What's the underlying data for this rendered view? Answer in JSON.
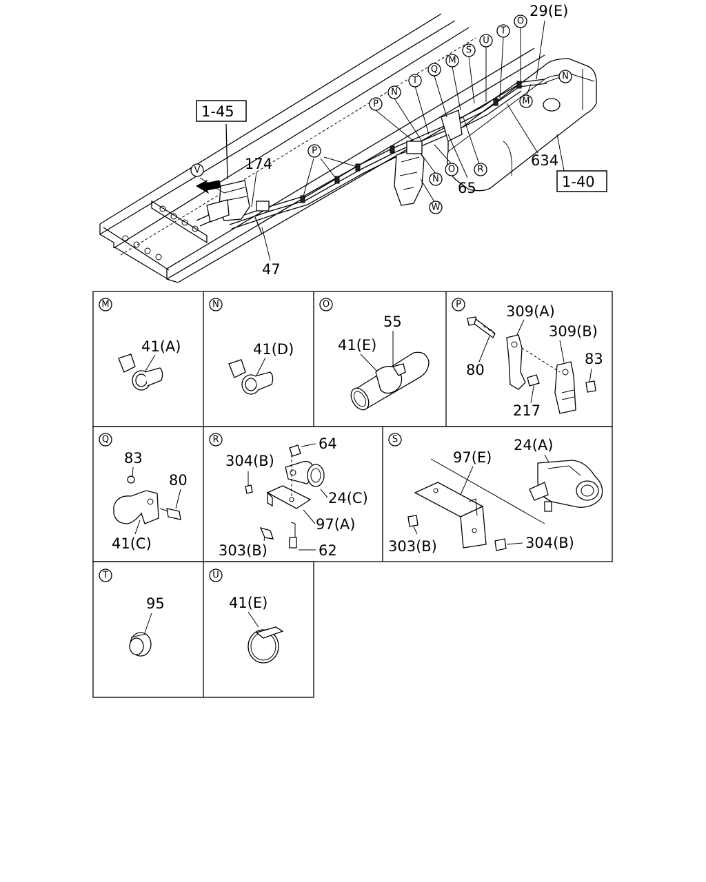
{
  "main_view": {
    "callouts": [
      "P",
      "N",
      "T",
      "Q",
      "M",
      "S",
      "U",
      "T",
      "O",
      "N",
      "M",
      "O",
      "R",
      "N",
      "W",
      "P",
      "V"
    ],
    "labels": {
      "l29e": "29(E)",
      "l174": "174",
      "l47": "47",
      "l634": "634",
      "l65": "65"
    },
    "ref_boxes": [
      "1-45",
      "1-40"
    ]
  },
  "panels": {
    "M": {
      "letter": "M",
      "labels": [
        "41(A)"
      ]
    },
    "N": {
      "letter": "N",
      "labels": [
        "41(D)"
      ]
    },
    "O": {
      "letter": "O",
      "labels": [
        "55",
        "41(E)"
      ]
    },
    "P": {
      "letter": "P",
      "labels": [
        "309(A)",
        "309(B)",
        "80",
        "83",
        "217"
      ]
    },
    "Q": {
      "letter": "Q",
      "labels": [
        "83",
        "80",
        "41(C)"
      ]
    },
    "R": {
      "letter": "R",
      "labels": [
        "64",
        "304(B)",
        "24(C)",
        "97(A)",
        "303(B)",
        "62"
      ]
    },
    "S": {
      "letter": "S",
      "labels": [
        "97(E)",
        "24(A)",
        "303(B)",
        "304(B)"
      ]
    },
    "T": {
      "letter": "T",
      "labels": [
        "95"
      ]
    },
    "U": {
      "letter": "U",
      "labels": [
        "41(E)"
      ]
    }
  }
}
